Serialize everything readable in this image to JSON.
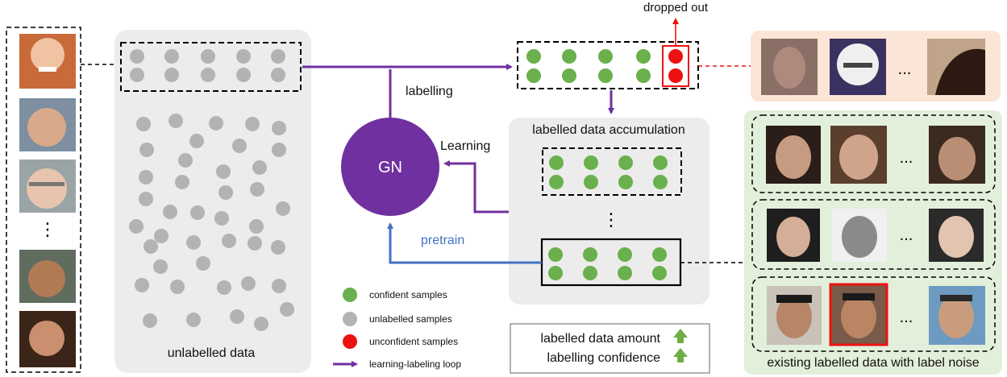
{
  "labels": {
    "dropped_out": "dropped out",
    "labelling": "labelling",
    "learning": "Learning",
    "gn": "GN",
    "pretrain": "pretrain",
    "accumulation": "labelled data accumulation",
    "vdots": "⋮",
    "ellipsis": "...",
    "unlabelled_data": "unlabelled data",
    "existing_data": "existing labelled data with label noise",
    "amount": "labelled data amount",
    "confidence": "labelling confidence"
  },
  "legend": [
    {
      "label": "confident samples",
      "kind": "confident"
    },
    {
      "label": "unlabelled samples",
      "kind": "unlabelled"
    },
    {
      "label": "unconfident samples",
      "kind": "unconfident"
    },
    {
      "label": "learning-labeling loop",
      "kind": "loop"
    }
  ],
  "colors": {
    "confident": "#6ab04c",
    "unlabelled": "#b3b3b3",
    "unconfident": "#ee1111",
    "loop": "#7030a0",
    "pretrain": "#4472c4",
    "panel_gray": "#ececec",
    "panel_green": "#e2efda",
    "panel_peach": "#fbe5d6",
    "gain_arrow": "#70ad47"
  }
}
